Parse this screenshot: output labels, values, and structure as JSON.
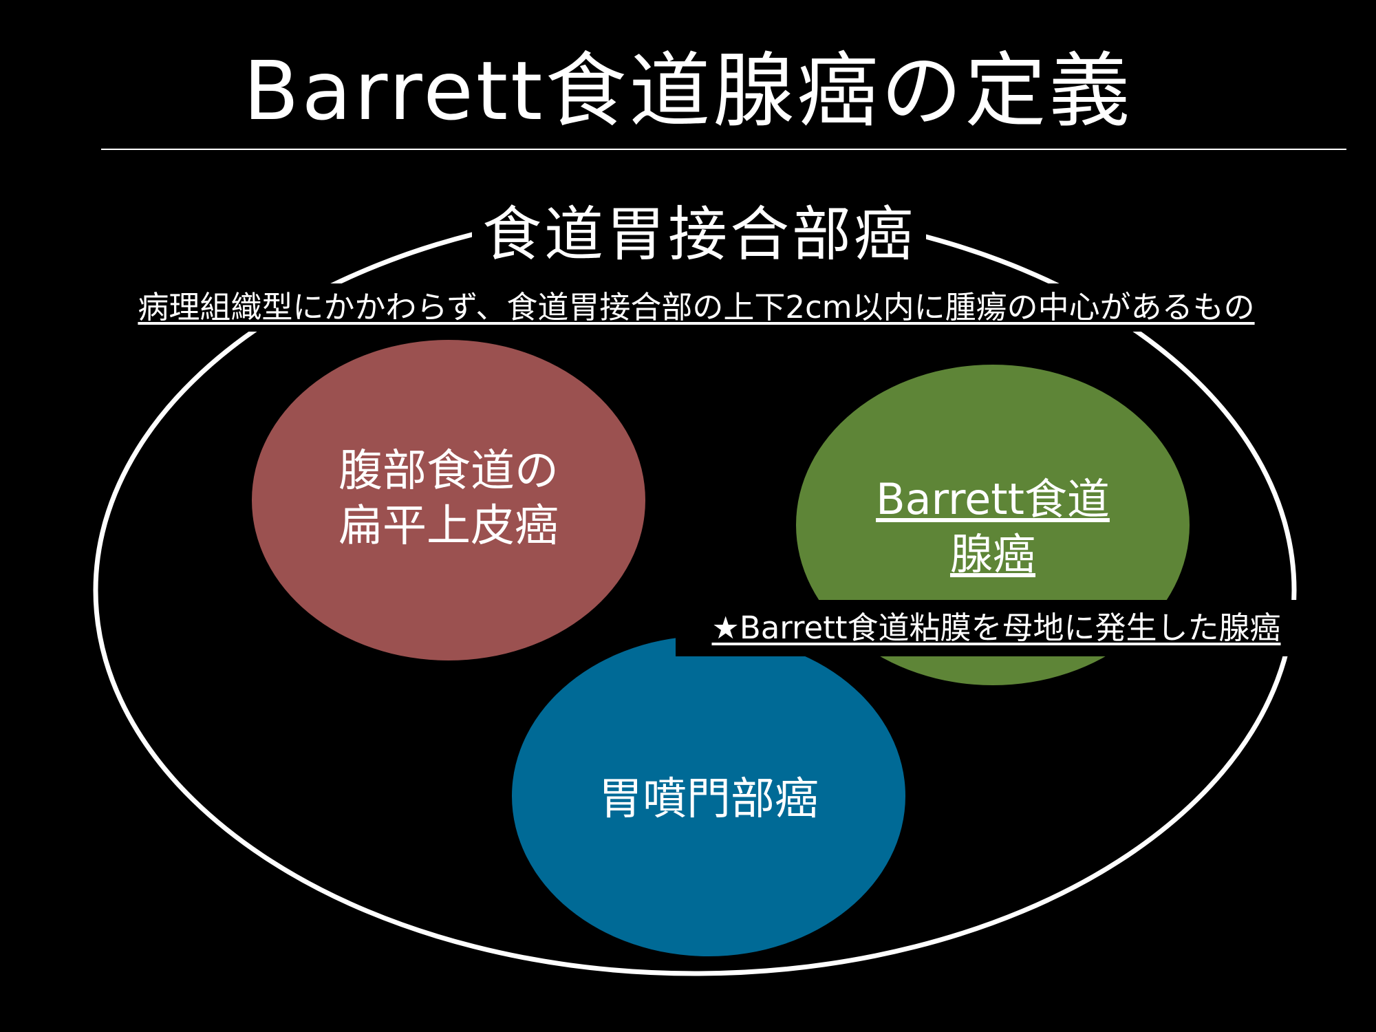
{
  "slide": {
    "title": "Barrett食道腺癌の定義"
  },
  "region": {
    "heading": "食道胃接合部癌",
    "definition": "病理組織型にかかわらず、食道胃接合部の上下2cm以内に腫瘍の中心があるもの"
  },
  "circles": {
    "squamous": {
      "label": "腹部食道の\n扁平上皮癌",
      "color": "#9B5150"
    },
    "barrett": {
      "label": "Barrett食道\n腺癌",
      "color": "#5E8537"
    },
    "cardia": {
      "label": "胃噴門部癌",
      "color": "#006A96"
    }
  },
  "note": {
    "text": "★Barrett食道粘膜を母地に発生した腺癌"
  },
  "colors": {
    "background": "#000000",
    "text": "#FFFFFF",
    "outline": "#FFFFFF"
  }
}
